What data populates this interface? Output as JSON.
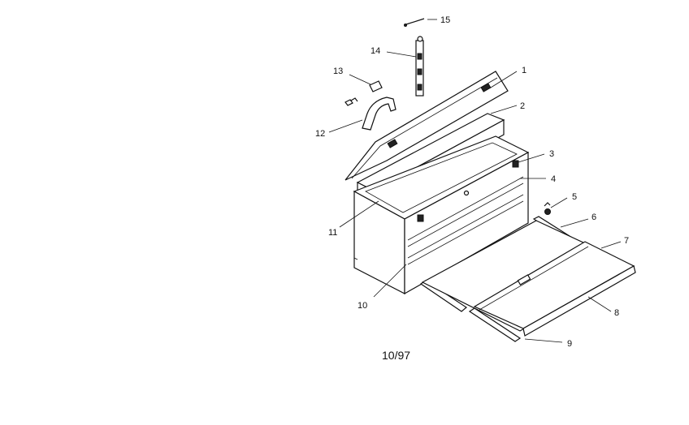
{
  "callouts": {
    "c1": "1",
    "c2": "2",
    "c3": "3",
    "c4": "4",
    "c5": "5",
    "c6": "6",
    "c7": "7",
    "c8": "8",
    "c9": "9",
    "c10": "10",
    "c11": "11",
    "c12": "12",
    "c13": "13",
    "c14": "14",
    "c15": "15"
  },
  "footer": {
    "date_code": "10/97"
  }
}
